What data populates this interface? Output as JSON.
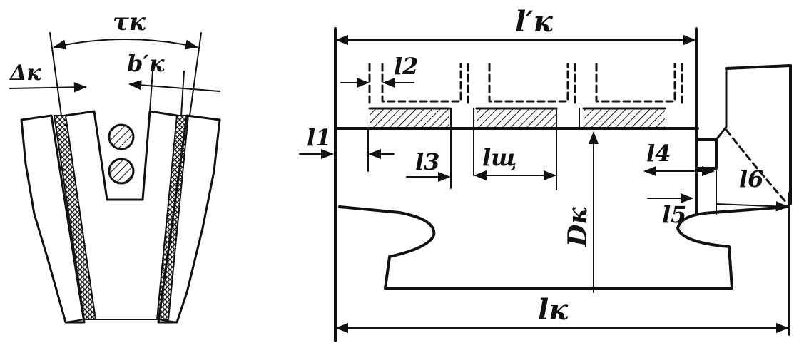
{
  "labels": {
    "tau_k": "τк",
    "delta_k": "Δк",
    "b_k_prime": "b′к",
    "l_k_prime": "l′к",
    "l_k": "lк",
    "l1": "l1",
    "l2": "l2",
    "l3": "l3",
    "l_shch": "lщ",
    "l4": "l4",
    "l5": "l5",
    "l6": "l6",
    "D_k": "Dк"
  },
  "colors": {
    "ink": "#111111",
    "background": "#ffffff"
  }
}
